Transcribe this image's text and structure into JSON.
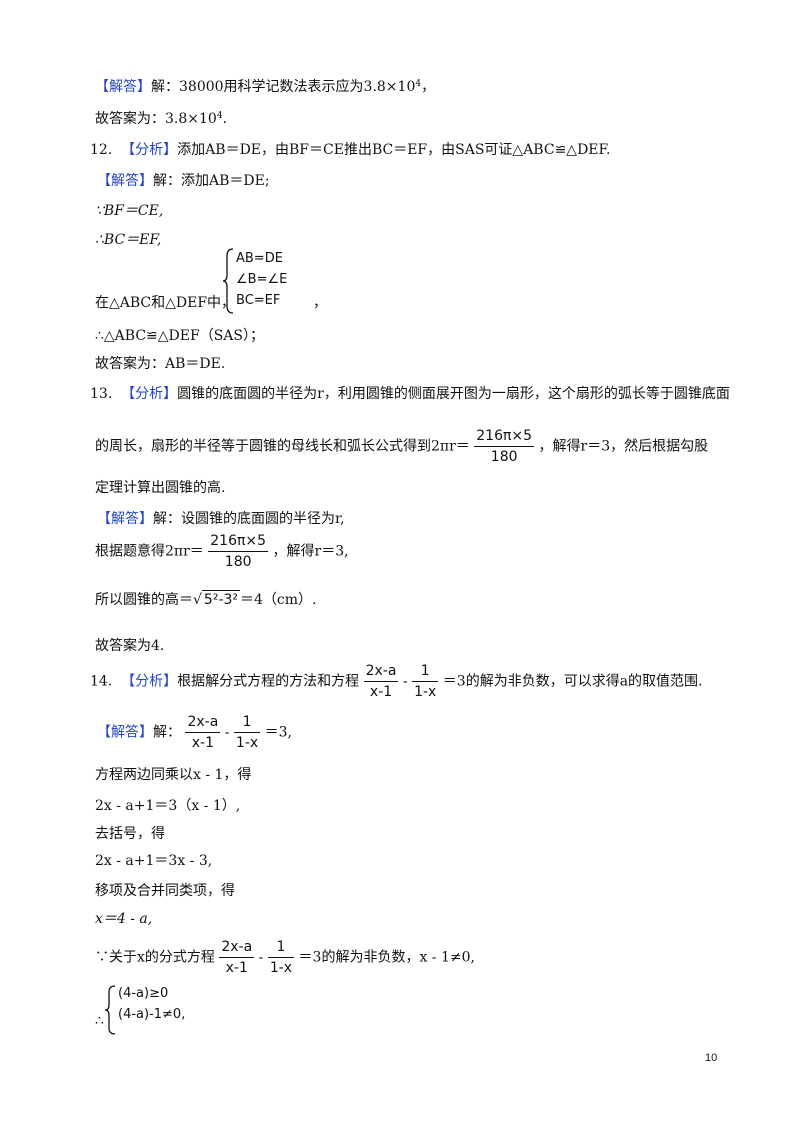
{
  "tags": {
    "answer": "【解答】",
    "analysis": "【分析】"
  },
  "p11": {
    "answer_text": "解：38000用科学记数法表示应为3.8×10",
    "exp": "4",
    "answer_end": "，",
    "final_prefix": "故答案为：3.8×10",
    "final_exp": "4",
    "final_end": "."
  },
  "p12": {
    "num": "12.",
    "analysis": "添加AB＝DE，由BF＝CE推出BC＝EF，由SAS可证△ABC≌△DEF.",
    "answer": "解：添加AB＝DE;",
    "line1": "∵BF＝CE,",
    "line2": "∴BC＝EF,",
    "sys_prefix": "在△ABC和△DEF中，",
    "sys": [
      "AB=DE",
      "∠B=∠E",
      "BC=EF"
    ],
    "sys_end": "，",
    "concl": "∴△ABC≌△DEF（SAS）；",
    "final": "故答案为：AB＝DE."
  },
  "p13": {
    "num": "13.",
    "analysis_1": "圆锥的底面圆的半径为r，利用圆锥的侧面展开图为一扇形，这个扇形的弧长等于圆锥底面",
    "analysis_2a": "的周长，扇形的半径等于圆锥的母线长和弧长公式得到2πr＝",
    "frac_num": "216π×5",
    "frac_den": "180",
    "analysis_2b": "，解得r＝3，然后根据勾股",
    "analysis_3": "定理计算出圆锥的高.",
    "answer": "解：设圆锥的底面圆的半径为r,",
    "eq_prefix": "根据题意得2πr＝",
    "eq_suffix": "，解得r＝3,",
    "height_prefix": "所以圆锥的高＝",
    "sqrt_content": "5²-3²",
    "height_suffix": "＝4（cm）.",
    "final": "故答案为4."
  },
  "p14": {
    "num": "14.",
    "analysis_a": "根据解分式方程的方法和方程",
    "f1_num": "2x-a",
    "f1_den": "x-1",
    "minus": "-",
    "f2_num": "1",
    "f2_den": "1-x",
    "analysis_b": "＝3的解为非负数，可以求得a的取值范围.",
    "answer_prefix": "解：",
    "answer_suffix": "＝3,",
    "steps": [
      "方程两边同乘以x - 1，得",
      "2x - a+1＝3（x - 1）,",
      "去括号，得",
      "2x - a+1＝3x - 3,",
      "移项及合并同类项，得",
      "x＝4 - a,"
    ],
    "cond_prefix": "∵关于x的分式方程",
    "cond_suffix": "＝3的解为非负数，x - 1≠0,",
    "sys_prefix": "∴",
    "sys": [
      "(4-a)≥0",
      "(4-a)-1≠0,"
    ]
  },
  "page_number": "10"
}
